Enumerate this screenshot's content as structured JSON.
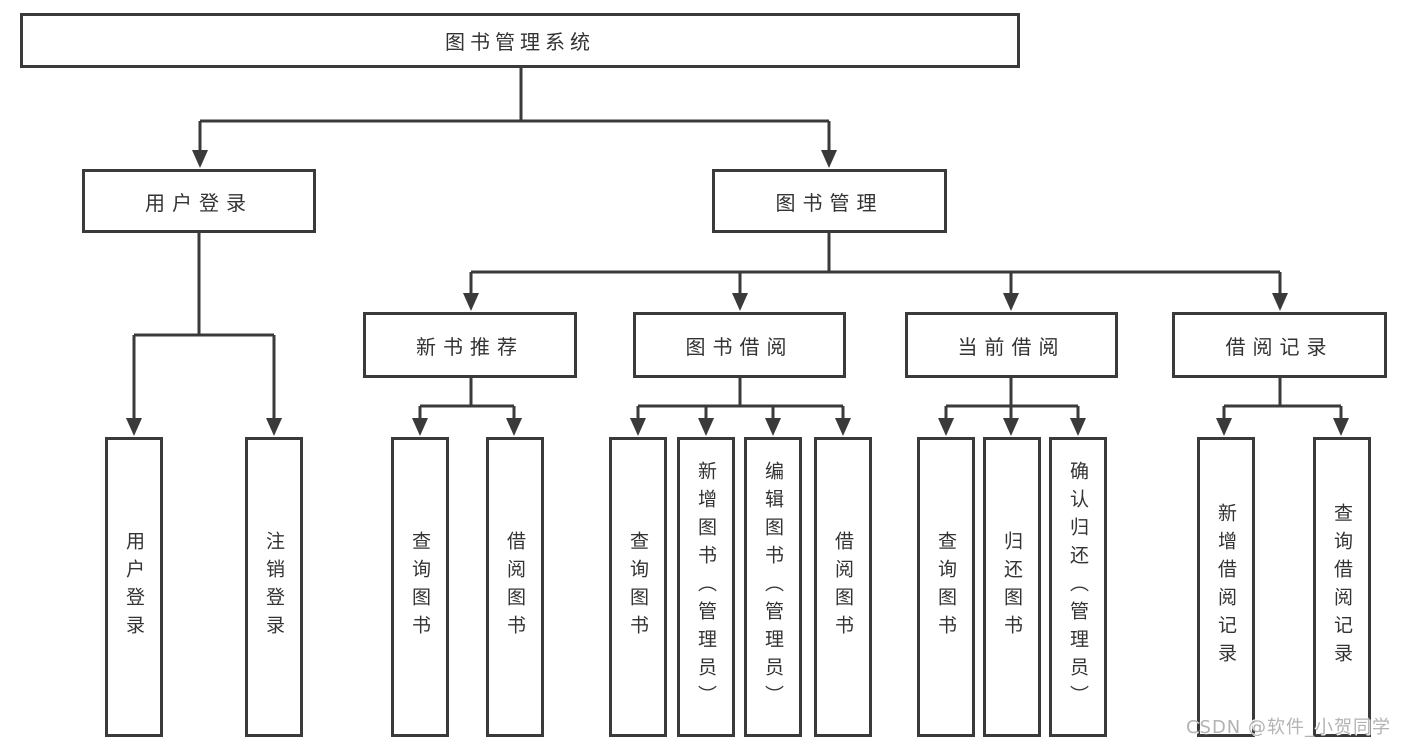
{
  "diagram_title": "图书管理系统",
  "tree": {
    "root": {
      "label": "图书管理系统",
      "children": [
        {
          "label": "用户登录",
          "children": [
            {
              "label": "用户登录"
            },
            {
              "label": "注销登录"
            }
          ]
        },
        {
          "label": "图书管理",
          "children": [
            {
              "label": "新书推荐",
              "children": [
                {
                  "label": "查询图书"
                },
                {
                  "label": "借阅图书"
                }
              ]
            },
            {
              "label": "图书借阅",
              "children": [
                {
                  "label": "查询图书"
                },
                {
                  "label": "新增图书（管理员）"
                },
                {
                  "label": "编辑图书（管理员）"
                },
                {
                  "label": "借阅图书"
                }
              ]
            },
            {
              "label": "当前借阅",
              "children": [
                {
                  "label": "查询图书"
                },
                {
                  "label": "归还图书"
                },
                {
                  "label": "确认归还（管理员）"
                }
              ]
            },
            {
              "label": "借阅记录",
              "children": [
                {
                  "label": "新增借阅记录"
                },
                {
                  "label": "查询借阅记录"
                }
              ]
            }
          ]
        }
      ]
    }
  },
  "watermark": "CSDN @软件_小贺同学",
  "colors": {
    "line": "#3a3a3a",
    "box_border": "#3a3a3a",
    "text": "#333333",
    "watermark": "#b3b3b3",
    "background": "#ffffff"
  }
}
